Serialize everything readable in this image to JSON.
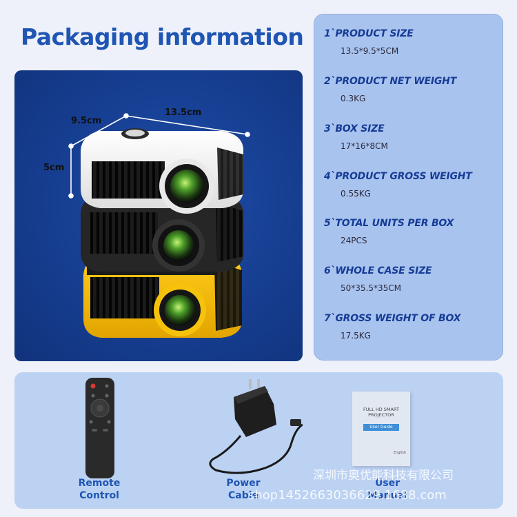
{
  "title": "Packaging information",
  "dimensions": {
    "width": "9.5cm",
    "length": "13.5cm",
    "height": "5cm"
  },
  "specs": [
    {
      "label": "1`PRODUCT SIZE",
      "value": "13.5*9.5*5CM"
    },
    {
      "label": "2`PRODUCT NET WEIGHT",
      "value": "0.3KG"
    },
    {
      "label": "3`BOX SIZE",
      "value": "17*16*8CM"
    },
    {
      "label": "4`PRODUCT GROSS WEIGHT",
      "value": "0.55KG"
    },
    {
      "label": "5`TOTAL UNITS PER BOX",
      "value": "24PCS"
    },
    {
      "label": "6`WHOLE CASE SIZE",
      "value": "50*35.5*35CM"
    },
    {
      "label": "7`GROSS WEIGHT OF BOX",
      "value": "17.5KG"
    }
  ],
  "accessories": {
    "remote": {
      "line1": "Remote",
      "line2": "Control"
    },
    "power": {
      "line1": "Power",
      "line2": "Cable"
    },
    "manual": {
      "line1": "User",
      "line2": "Manual",
      "cover_title_1": "FULL HD SMART",
      "cover_title_2": "PROJECTOR",
      "cover_badge": "User Guide",
      "cover_lang": "English"
    }
  },
  "watermark": {
    "line1": "深圳市奥优能科技有限公司",
    "line2": "shop1452663036629.1688.com"
  },
  "colors": {
    "title": "#1f55b3",
    "panel_blue": "#153c8e",
    "spec_bg": "#a9c3ef",
    "spec_label": "#163c96",
    "projector_yellow": "#f2b705"
  }
}
